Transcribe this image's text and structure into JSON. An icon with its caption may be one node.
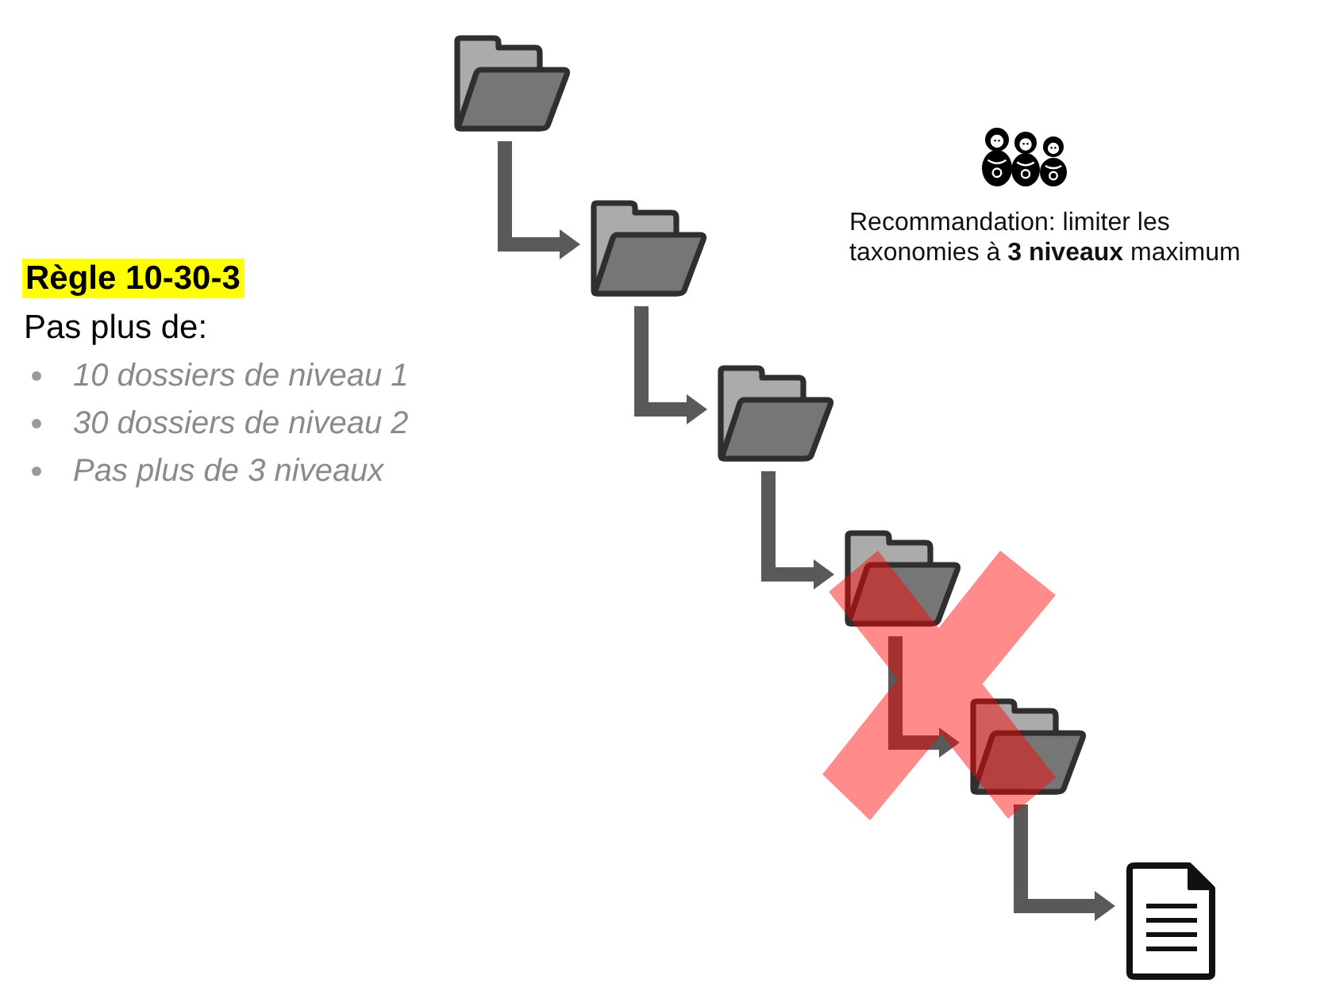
{
  "diagram": {
    "nodes": [
      {
        "text": [],
        "shape": "folder"
      },
      {
        "text": [],
        "shape": "folder"
      },
      {
        "text": [],
        "shape": "folder"
      },
      {
        "text": [],
        "shape": "folder"
      },
      {
        "text": [],
        "shape": "folder"
      },
      {
        "text": [],
        "shape": "document"
      }
    ],
    "edges": [
      {
        "from": 0,
        "to": 1,
        "arrow": "to"
      },
      {
        "from": 1,
        "to": 2,
        "arrow": "to"
      },
      {
        "from": 2,
        "to": 3,
        "arrow": "to"
      },
      {
        "from": 3,
        "to": 4,
        "arrow": "to"
      },
      {
        "from": 4,
        "to": 5,
        "arrow": "to"
      }
    ],
    "labels": [
      "Règle 10-30-3",
      "Pas plus de:",
      "10 dossiers de niveau 1",
      "30 dossiers de niveau 2",
      "Pas plus de 3 niveaux",
      "Recommandation: limiter les taxonomies à **3 niveaux** maximum"
    ]
  }
}
